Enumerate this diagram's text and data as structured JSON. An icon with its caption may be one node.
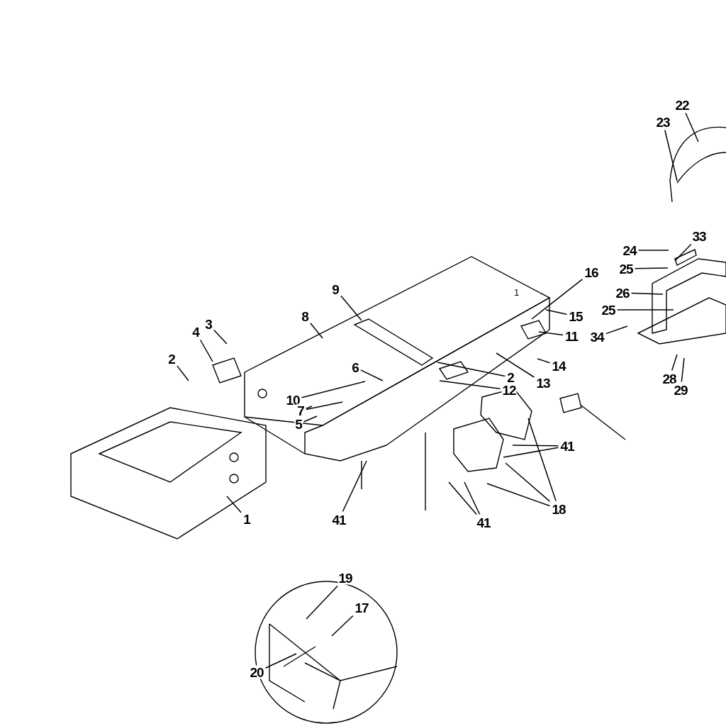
{
  "diagram": {
    "nodes": [
      {
        "text": [
          "22"
        ]
      },
      {
        "text": [
          "23"
        ]
      },
      {
        "text": [
          "24"
        ]
      },
      {
        "text": [
          "33"
        ]
      },
      {
        "text": [
          "25"
        ]
      },
      {
        "text": [
          "16"
        ]
      },
      {
        "text": [
          "26"
        ]
      },
      {
        "text": [
          "25"
        ]
      },
      {
        "text": [
          "9"
        ]
      },
      {
        "text": [
          "15"
        ]
      },
      {
        "text": [
          "8"
        ]
      },
      {
        "text": [
          "11"
        ]
      },
      {
        "text": [
          "34"
        ]
      },
      {
        "text": [
          "3"
        ]
      },
      {
        "text": [
          "4"
        ]
      },
      {
        "text": [
          "14"
        ]
      },
      {
        "text": [
          "2"
        ]
      },
      {
        "text": [
          "6"
        ]
      },
      {
        "text": [
          "2"
        ]
      },
      {
        "text": [
          "12"
        ]
      },
      {
        "text": [
          "13"
        ]
      },
      {
        "text": [
          "28"
        ]
      },
      {
        "text": [
          "29"
        ]
      },
      {
        "text": [
          "10"
        ]
      },
      {
        "text": [
          "7"
        ]
      },
      {
        "text": [
          "5"
        ]
      },
      {
        "text": [
          "41"
        ]
      },
      {
        "text": [
          "1"
        ]
      },
      {
        "text": [
          "18"
        ]
      },
      {
        "text": [
          "41"
        ]
      },
      {
        "text": [
          "41"
        ]
      },
      {
        "text": [
          "19"
        ]
      },
      {
        "text": [
          "17"
        ]
      },
      {
        "text": [
          "20"
        ]
      }
    ],
    "edges": [
      {
        "from": 0,
        "to": null,
        "arrow": "none"
      },
      {
        "from": 1,
        "to": null,
        "arrow": "none"
      },
      {
        "from": 2,
        "to": null,
        "arrow": "none"
      },
      {
        "from": 3,
        "to": null,
        "arrow": "none"
      },
      {
        "from": 4,
        "to": null,
        "arrow": "none"
      },
      {
        "from": 5,
        "to": null,
        "arrow": "none"
      },
      {
        "from": 6,
        "to": null,
        "arrow": "none"
      },
      {
        "from": 7,
        "to": null,
        "arrow": "none"
      },
      {
        "from": 8,
        "to": null,
        "arrow": "none"
      },
      {
        "from": 9,
        "to": null,
        "arrow": "none"
      },
      {
        "from": 10,
        "to": null,
        "arrow": "none"
      },
      {
        "from": 11,
        "to": null,
        "arrow": "none"
      },
      {
        "from": 12,
        "to": null,
        "arrow": "none"
      },
      {
        "from": 13,
        "to": null,
        "arrow": "none"
      },
      {
        "from": 14,
        "to": null,
        "arrow": "none"
      },
      {
        "from": 15,
        "to": null,
        "arrow": "none"
      },
      {
        "from": 16,
        "to": null,
        "arrow": "none"
      },
      {
        "from": 17,
        "to": null,
        "arrow": "none"
      },
      {
        "from": 18,
        "to": null,
        "arrow": "none"
      },
      {
        "from": 19,
        "to": null,
        "arrow": "none"
      },
      {
        "from": 20,
        "to": null,
        "arrow": "none"
      },
      {
        "from": 21,
        "to": null,
        "arrow": "none"
      },
      {
        "from": 22,
        "to": null,
        "arrow": "none"
      },
      {
        "from": 23,
        "to": null,
        "arrow": "none"
      },
      {
        "from": 24,
        "to": null,
        "arrow": "none"
      },
      {
        "from": 24,
        "to": null,
        "arrow": "none"
      },
      {
        "from": 25,
        "to": null,
        "arrow": "none"
      },
      {
        "from": 26,
        "to": null,
        "arrow": "none"
      },
      {
        "from": 26,
        "to": null,
        "arrow": "none"
      },
      {
        "from": 27,
        "to": null,
        "arrow": "none"
      },
      {
        "from": 28,
        "to": null,
        "arrow": "none"
      },
      {
        "from": 28,
        "to": null,
        "arrow": "none"
      },
      {
        "from": 28,
        "to": null,
        "arrow": "none"
      },
      {
        "from": 29,
        "to": null,
        "arrow": "none"
      },
      {
        "from": 30,
        "to": null,
        "arrow": "none"
      },
      {
        "from": 30,
        "to": null,
        "arrow": "none"
      },
      {
        "from": 31,
        "to": null,
        "arrow": "none"
      },
      {
        "from": 32,
        "to": null,
        "arrow": "none"
      },
      {
        "from": 33,
        "to": null,
        "arrow": "none"
      }
    ],
    "labels": [
      "1"
    ]
  }
}
